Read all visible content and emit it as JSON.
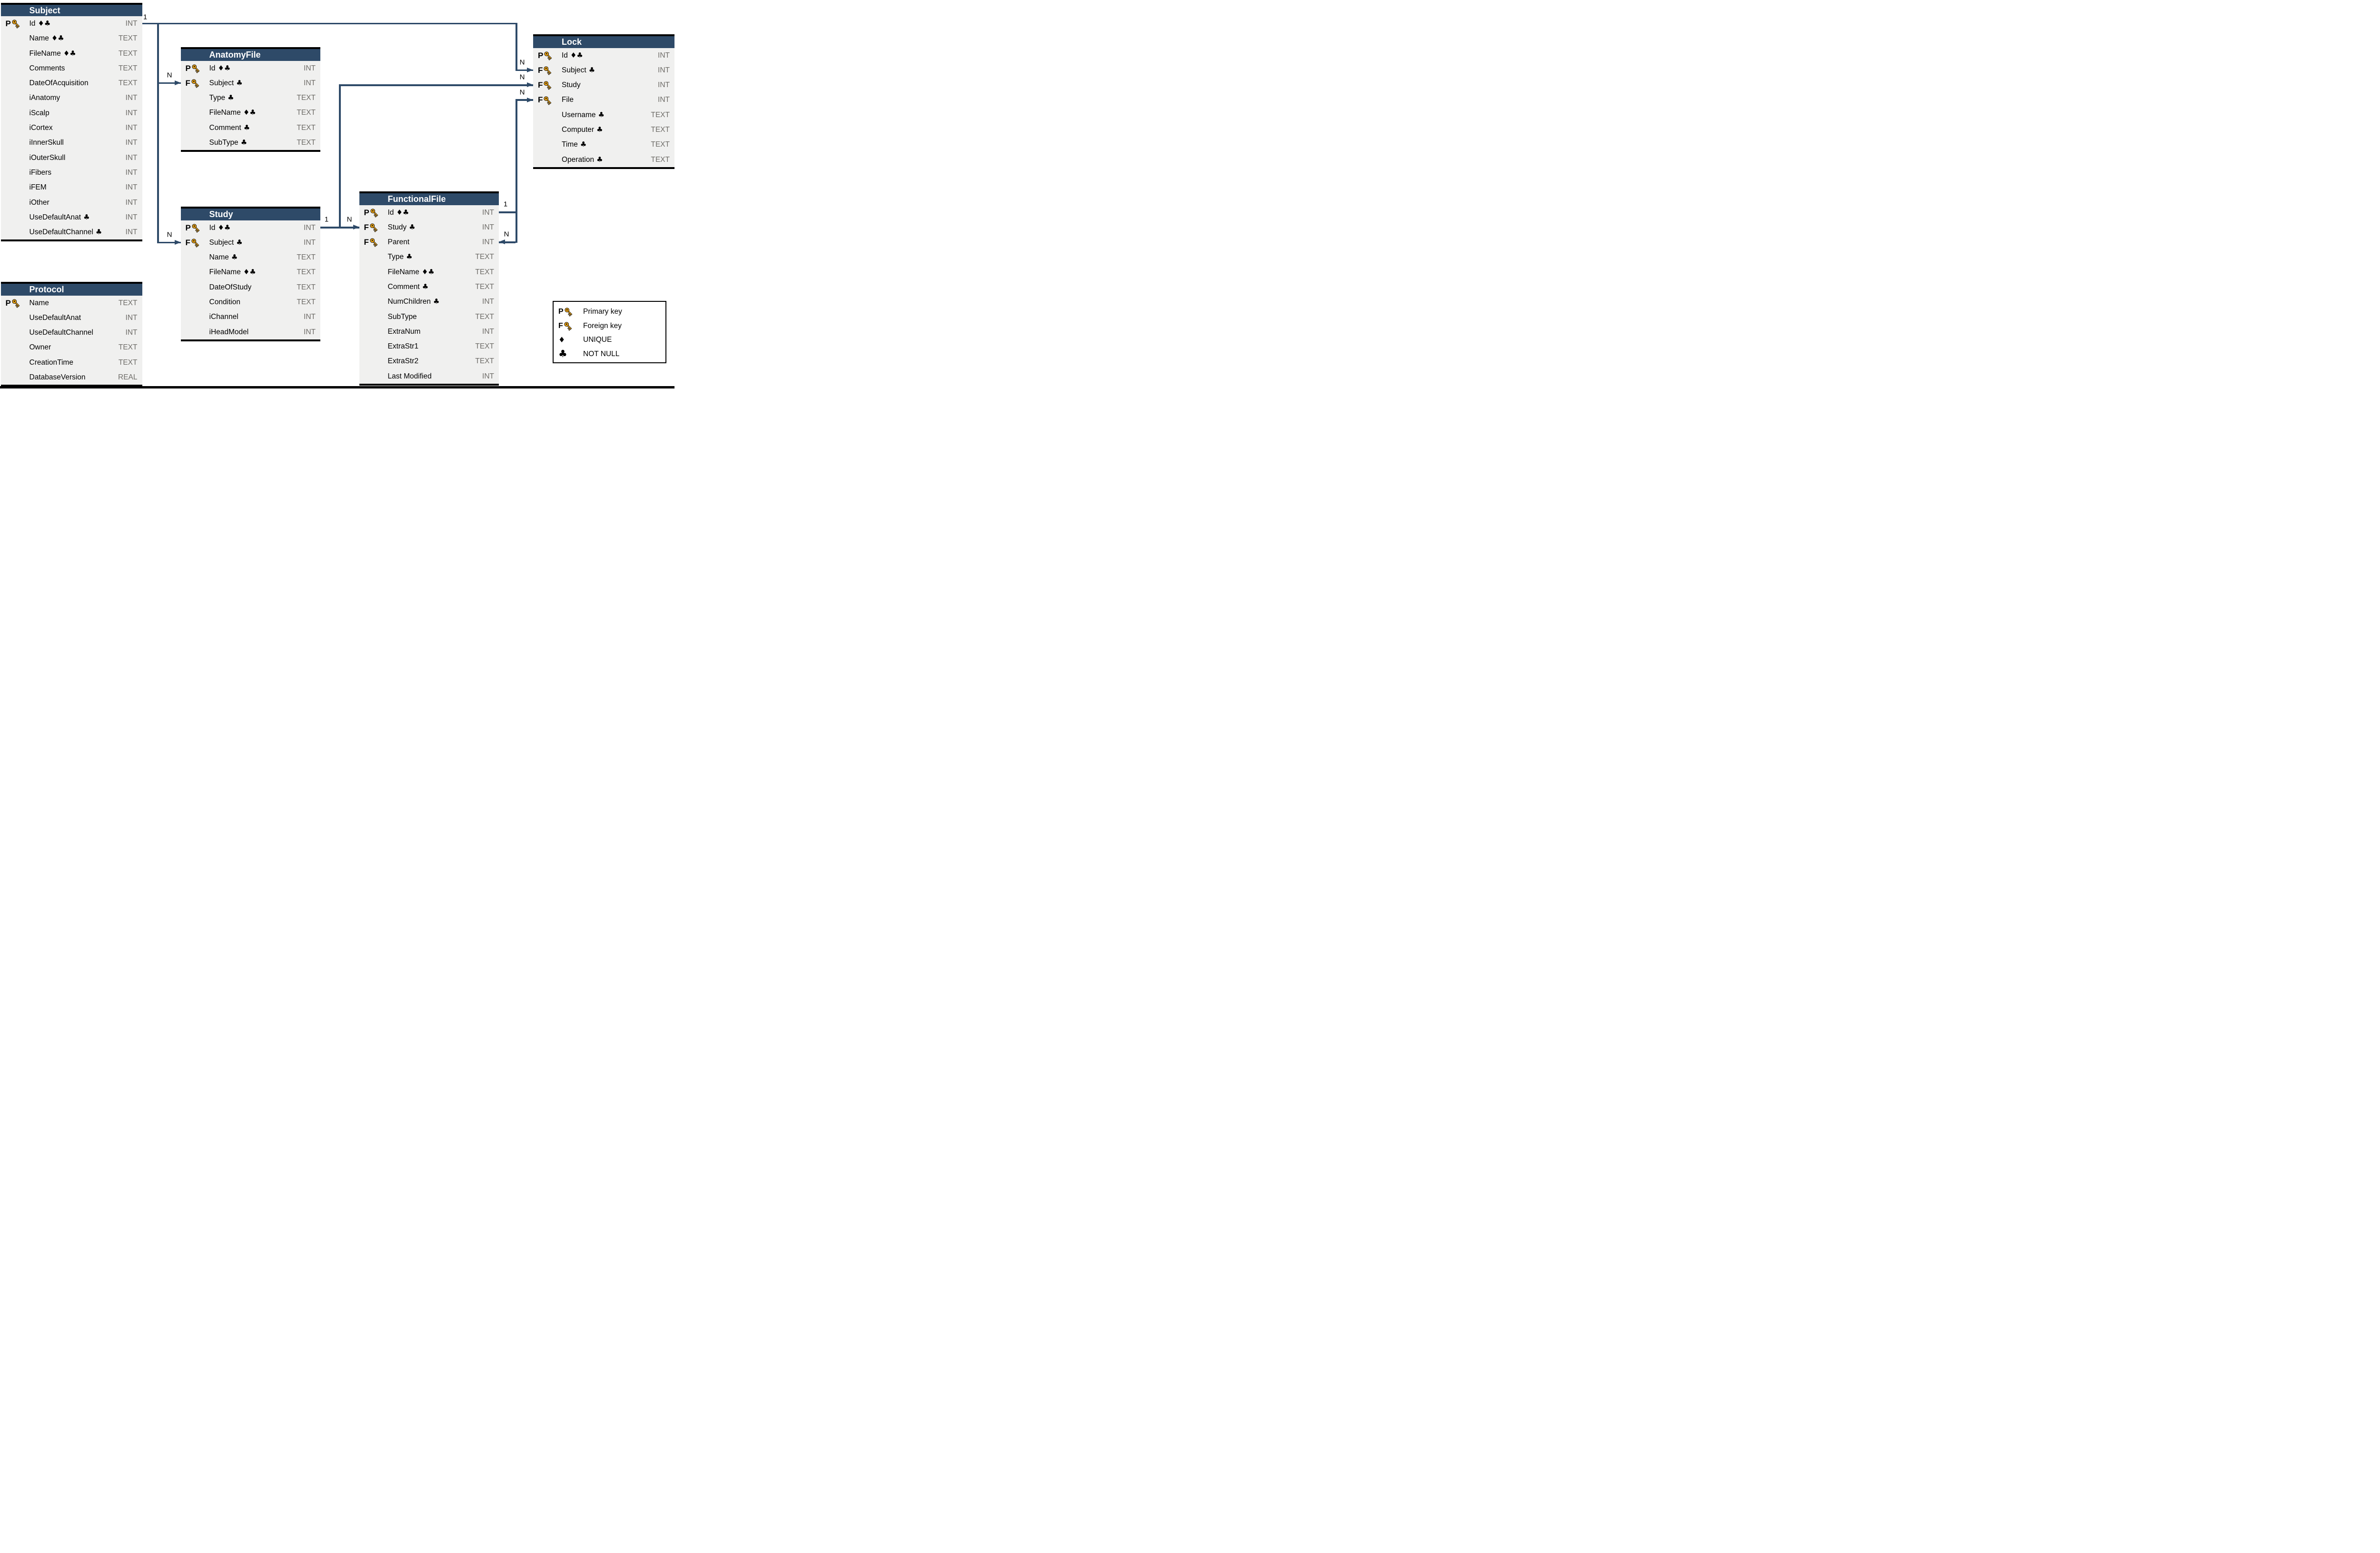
{
  "colors": {
    "header_bg": "#2E4A68",
    "connector_line": "#2E4A68",
    "row_bg": "#F0F0EF",
    "type_text": "#6F6D69",
    "key_gold": "#F2A50C"
  },
  "tables": [
    {
      "title": "Subject",
      "fields": [
        {
          "badge": "P",
          "name": "Id",
          "suits": "♦♣",
          "type": "INT"
        },
        {
          "badge": "",
          "name": "Name",
          "suits": "♦♣",
          "type": "TEXT"
        },
        {
          "badge": "",
          "name": "FileName",
          "suits": "♦♣",
          "type": "TEXT"
        },
        {
          "badge": "",
          "name": "Comments",
          "suits": "",
          "type": "TEXT"
        },
        {
          "badge": "",
          "name": "DateOfAcquisition",
          "suits": "",
          "type": "TEXT"
        },
        {
          "badge": "",
          "name": "iAnatomy",
          "suits": "",
          "type": "INT"
        },
        {
          "badge": "",
          "name": "iScalp",
          "suits": "",
          "type": "INT"
        },
        {
          "badge": "",
          "name": "iCortex",
          "suits": "",
          "type": "INT"
        },
        {
          "badge": "",
          "name": "iInnerSkull",
          "suits": "",
          "type": "INT"
        },
        {
          "badge": "",
          "name": "iOuterSkull",
          "suits": "",
          "type": "INT"
        },
        {
          "badge": "",
          "name": "iFibers",
          "suits": "",
          "type": "INT"
        },
        {
          "badge": "",
          "name": "iFEM",
          "suits": "",
          "type": "INT"
        },
        {
          "badge": "",
          "name": "iOther",
          "suits": "",
          "type": "INT"
        },
        {
          "badge": "",
          "name": "UseDefaultAnat",
          "suits": "♣",
          "type": "INT"
        },
        {
          "badge": "",
          "name": "UseDefaultChannel",
          "suits": "♣",
          "type": "INT"
        }
      ]
    },
    {
      "title": "AnatomyFile",
      "fields": [
        {
          "badge": "P",
          "name": "Id",
          "suits": "♦♣",
          "type": "INT"
        },
        {
          "badge": "F",
          "name": "Subject",
          "suits": "♣",
          "type": "INT"
        },
        {
          "badge": "",
          "name": "Type",
          "suits": "♣",
          "type": "TEXT"
        },
        {
          "badge": "",
          "name": "FileName",
          "suits": "♦♣",
          "type": "TEXT"
        },
        {
          "badge": "",
          "name": "Comment",
          "suits": "♣",
          "type": "TEXT"
        },
        {
          "badge": "",
          "name": "SubType",
          "suits": "♣",
          "type": "TEXT"
        }
      ]
    },
    {
      "title": "Study",
      "fields": [
        {
          "badge": "P",
          "name": "Id",
          "suits": "♦♣",
          "type": "INT"
        },
        {
          "badge": "F",
          "name": "Subject",
          "suits": "♣",
          "type": "INT"
        },
        {
          "badge": "",
          "name": "Name",
          "suits": "♣",
          "type": "TEXT"
        },
        {
          "badge": "",
          "name": "FileName",
          "suits": "♦♣",
          "type": "TEXT"
        },
        {
          "badge": "",
          "name": "DateOfStudy",
          "suits": "",
          "type": "TEXT"
        },
        {
          "badge": "",
          "name": "Condition",
          "suits": "",
          "type": "TEXT"
        },
        {
          "badge": "",
          "name": "iChannel",
          "suits": "",
          "type": "INT"
        },
        {
          "badge": "",
          "name": "iHeadModel",
          "suits": "",
          "type": "INT"
        }
      ]
    },
    {
      "title": "FunctionalFile",
      "fields": [
        {
          "badge": "P",
          "name": "Id",
          "suits": "♦♣",
          "type": "INT"
        },
        {
          "badge": "F",
          "name": "Study",
          "suits": "♣",
          "type": "INT"
        },
        {
          "badge": "F",
          "name": "Parent",
          "suits": "",
          "type": "INT"
        },
        {
          "badge": "",
          "name": "Type",
          "suits": "♣",
          "type": "TEXT"
        },
        {
          "badge": "",
          "name": "FileName",
          "suits": "♦♣",
          "type": "TEXT"
        },
        {
          "badge": "",
          "name": "Comment",
          "suits": "♣",
          "type": "TEXT"
        },
        {
          "badge": "",
          "name": "NumChildren",
          "suits": "♣",
          "type": "INT"
        },
        {
          "badge": "",
          "name": "SubType",
          "suits": "",
          "type": "TEXT"
        },
        {
          "badge": "",
          "name": "ExtraNum",
          "suits": "",
          "type": "INT"
        },
        {
          "badge": "",
          "name": "ExtraStr1",
          "suits": "",
          "type": "TEXT"
        },
        {
          "badge": "",
          "name": "ExtraStr2",
          "suits": "",
          "type": "TEXT"
        },
        {
          "badge": "",
          "name": "Last Modified",
          "suits": "",
          "type": "INT"
        }
      ]
    },
    {
      "title": "Lock",
      "fields": [
        {
          "badge": "P",
          "name": "Id",
          "suits": "♦♣",
          "type": "INT"
        },
        {
          "badge": "F",
          "name": "Subject",
          "suits": "♣",
          "type": "INT"
        },
        {
          "badge": "F",
          "name": "Study",
          "suits": "",
          "type": "INT"
        },
        {
          "badge": "F",
          "name": "File",
          "suits": "",
          "type": "INT"
        },
        {
          "badge": "",
          "name": "Username",
          "suits": "♣",
          "type": "TEXT"
        },
        {
          "badge": "",
          "name": "Computer",
          "suits": "♣",
          "type": "TEXT"
        },
        {
          "badge": "",
          "name": "Time",
          "suits": "♣",
          "type": "TEXT"
        },
        {
          "badge": "",
          "name": "Operation",
          "suits": "♣",
          "type": "TEXT"
        }
      ]
    },
    {
      "title": "Protocol",
      "fields": [
        {
          "badge": "P",
          "name": "Name",
          "suits": "",
          "type": "TEXT"
        },
        {
          "badge": "",
          "name": "UseDefaultAnat",
          "suits": "",
          "type": "INT"
        },
        {
          "badge": "",
          "name": "UseDefaultChannel",
          "suits": "",
          "type": "INT"
        },
        {
          "badge": "",
          "name": "Owner",
          "suits": "",
          "type": "TEXT"
        },
        {
          "badge": "",
          "name": "CreationTime",
          "suits": "",
          "type": "TEXT"
        },
        {
          "badge": "",
          "name": "DatabaseVersion",
          "suits": "",
          "type": "REAL"
        }
      ]
    }
  ],
  "relationships": [
    {
      "from": "Subject.Id",
      "to": "AnatomyFile.Subject",
      "one": "1",
      "many": "N"
    },
    {
      "from": "Subject.Id",
      "to": "Study.Subject",
      "one": "1",
      "many": "N"
    },
    {
      "from": "Subject.Id",
      "to": "Lock.Subject",
      "one": "1",
      "many": "N"
    },
    {
      "from": "Study.Id",
      "to": "FunctionalFile.Study",
      "one": "1",
      "many": "N"
    },
    {
      "from": "Study.Id",
      "to": "Lock.Study",
      "one": "1",
      "many": "N"
    },
    {
      "from": "FunctionalFile.Id",
      "to": "Lock.File",
      "one": "1",
      "many": "N"
    },
    {
      "from": "FunctionalFile.Id",
      "to": "FunctionalFile.Parent",
      "one": "1",
      "many": "N"
    }
  ],
  "connector_labels": [
    {
      "text": "1"
    },
    {
      "text": "N"
    },
    {
      "text": "N"
    },
    {
      "text": "1"
    },
    {
      "text": "N"
    },
    {
      "text": "1"
    },
    {
      "text": "N"
    },
    {
      "text": "N"
    },
    {
      "text": "N"
    },
    {
      "text": "N"
    }
  ],
  "legend": {
    "items": [
      {
        "icon": "primary-key",
        "label": "Primary key"
      },
      {
        "icon": "foreign-key",
        "label": "Foreign key"
      },
      {
        "icon": "unique-diamond",
        "label": "UNIQUE"
      },
      {
        "icon": "not-null-club",
        "label": "NOT NULL"
      }
    ]
  }
}
